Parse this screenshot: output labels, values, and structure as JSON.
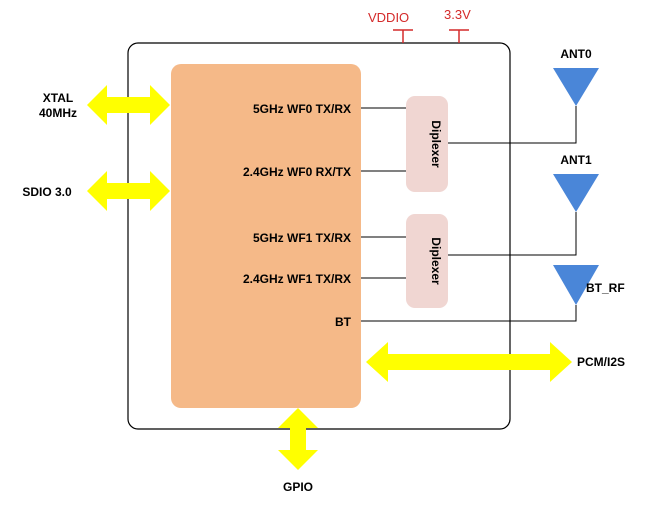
{
  "power": {
    "vddio": "VDDIO",
    "v33": "3.3V"
  },
  "left_io": {
    "xtal_line1": "XTAL",
    "xtal_line2": "40MHz",
    "sdio": "SDIO 3.0"
  },
  "ports": {
    "wf0_5g": "5GHz WF0 TX/RX",
    "wf0_24g": "2.4GHz WF0 RX/TX",
    "wf1_5g": "5GHz WF1 TX/RX",
    "wf1_24g": "2.4GHz WF1 TX/RX",
    "bt": "BT"
  },
  "diplexers": {
    "top": "Diplexer",
    "bottom": "Diplexer"
  },
  "antennas": {
    "ant0": "ANT0",
    "ant1": "ANT1",
    "bt_rf": "BT_RF"
  },
  "bottom_io": {
    "gpio": "GPIO",
    "pcm": "PCM/I2S"
  },
  "colors": {
    "core": "#f5b988",
    "diplexer": "#f0d6d2",
    "antenna": "#4a86d8",
    "arrow": "#ffff00",
    "power": "#d42a2a"
  }
}
